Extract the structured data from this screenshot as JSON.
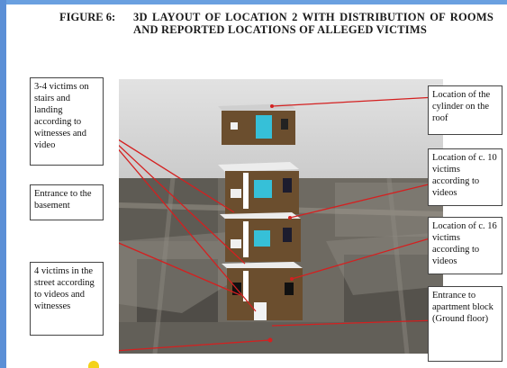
{
  "figure": {
    "label": "FIGURE 6:",
    "title": "3D LAYOUT OF LOCATION 2 WITH DISTRIBUTION OF ROOMS AND REPORTED LOCATIONS OF ALLEGED VICTIMS"
  },
  "notes": {
    "stairs": "3-4 victims on stairs and landing according to witnesses and video",
    "basement": "Entrance to the basement",
    "street": "4 victims in the street according to videos and witnesses",
    "cylinder": "Location of the cylinder on the roof",
    "ten_victims": "Location of c. 10 victims according to videos",
    "sixteen_victims": "Location of c. 16 victims according to videos",
    "entrance": "Entrance to apartment block (Ground floor)"
  },
  "colors": {
    "frame": "#5b8fd6",
    "arrow": "#d42020",
    "wall_brown": "#6b4e2e",
    "window_cyan": "#36c0d8",
    "sky": "#d6d6d6"
  }
}
